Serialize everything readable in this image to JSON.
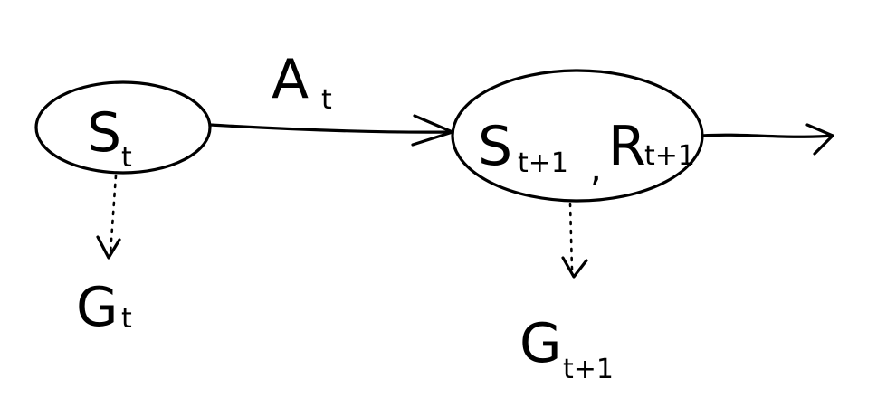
{
  "nodes": {
    "state_t": {
      "symbol": "S",
      "subscript": "t"
    },
    "state_next": {
      "state_symbol": "S",
      "state_subscript": "t+1",
      "separator": ",",
      "reward_symbol": "R",
      "reward_subscript": "t+1"
    }
  },
  "edges": {
    "action": {
      "symbol": "A",
      "subscript": "t"
    }
  },
  "returns": {
    "return_t": {
      "symbol": "G",
      "subscript": "t"
    },
    "return_next": {
      "symbol": "G",
      "subscript": "t+1"
    }
  },
  "style": {
    "ink": "#000000",
    "background": "#ffffff"
  }
}
